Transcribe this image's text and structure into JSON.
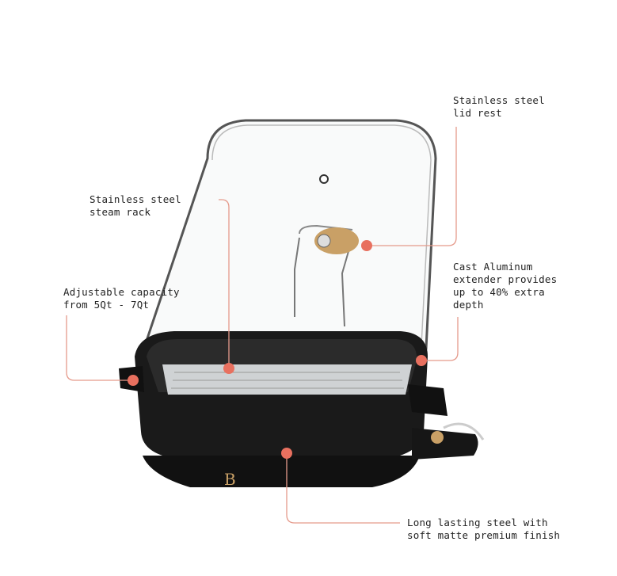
{
  "colors": {
    "accent_dot": "#e8705f",
    "leader_line": "#e59a8b",
    "body": "#141414",
    "logo_gold": "#c9a066"
  },
  "product": {
    "logo_letter": "B"
  },
  "callouts": [
    {
      "id": "lid-rest",
      "text": "Stainless steel\nlid rest"
    },
    {
      "id": "steam-rack",
      "text": "Stainless steel\nsteam rack"
    },
    {
      "id": "capacity",
      "text": "Adjustable capacity\nfrom 5Qt - 7Qt"
    },
    {
      "id": "extender",
      "text": "Cast Aluminum\nextender provides\nup to 40% extra\ndepth"
    },
    {
      "id": "finish",
      "text": "Long lasting steel with\nsoft matte premium finish"
    }
  ]
}
